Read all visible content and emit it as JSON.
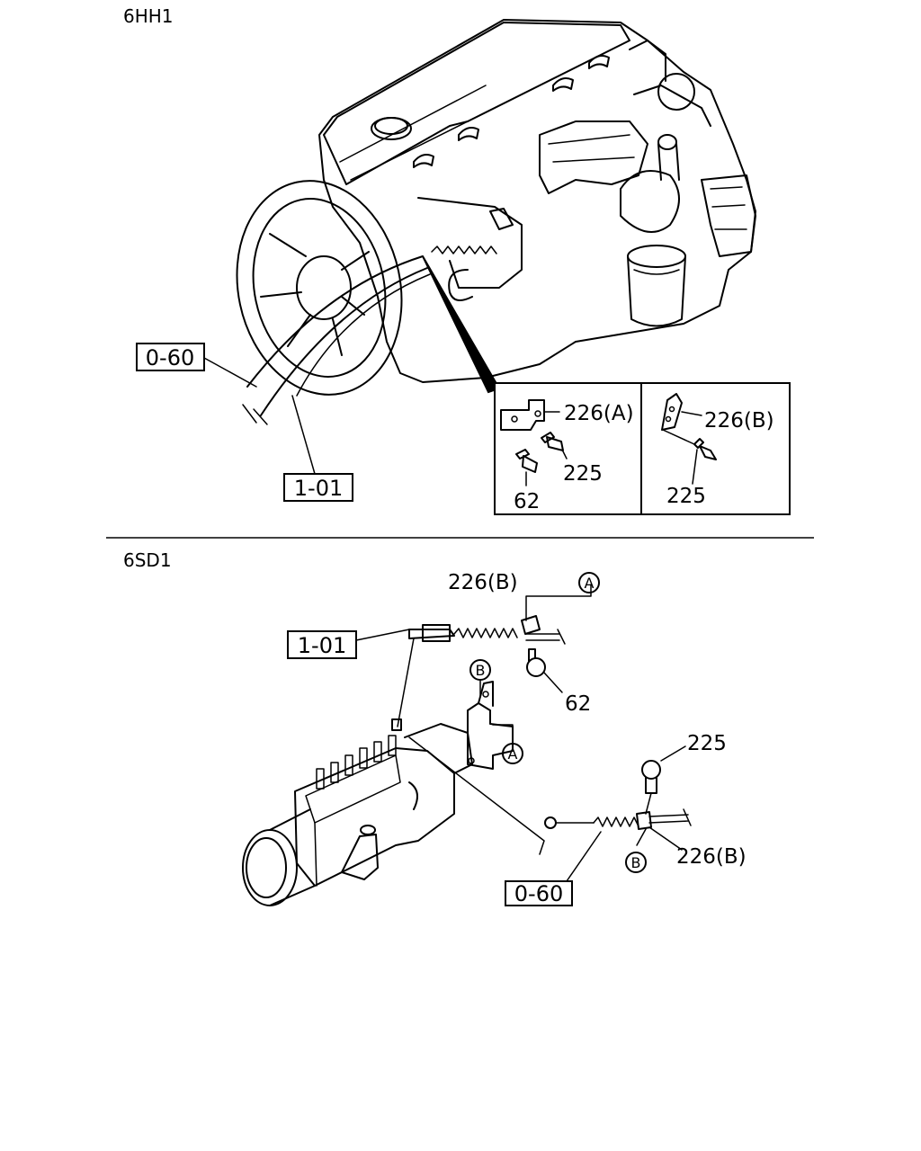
{
  "sections": {
    "top": {
      "title": "6HH1"
    },
    "bottom": {
      "title": "6SD1"
    }
  },
  "callouts": {
    "top_0_60": "0-60",
    "top_1_01": "1-01",
    "top_226a": "226(A)",
    "top_225_left": "225",
    "top_62": "62",
    "top_226b": "226(B)",
    "top_225_right": "225",
    "bot_226b_top": "226(B)",
    "bot_A_top": "A",
    "bot_1_01": "1-01",
    "bot_B_left": "B",
    "bot_62": "62",
    "bot_A_mid": "A",
    "bot_225": "225",
    "bot_B_low": "B",
    "bot_226b_low": "226(B)",
    "bot_0_60": "0-60"
  }
}
